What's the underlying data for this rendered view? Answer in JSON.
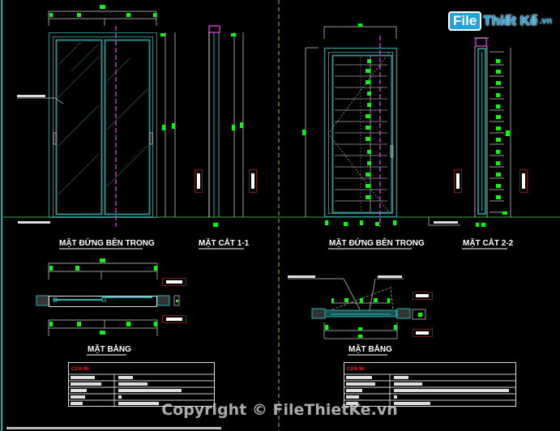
{
  "drawing": {
    "titles": {
      "elevation_left": "MẶT ĐỨNG BÊN TRONG",
      "section_1": "MẶT CẮT 1-1",
      "elevation_right": "MẶT ĐỨNG BÊN TRONG",
      "section_2": "MẶT CẮT 2-2",
      "plan_left": "MẶT BẰNG",
      "plan_right": "MẶT BẰNG"
    },
    "tables": [
      {
        "header": "CỬA ĐI"
      },
      {
        "header": "CỬA ĐI"
      }
    ],
    "colors": {
      "background": "#000000",
      "frame": "#2f8a8a",
      "dimension": "#9a9a9a",
      "dim_text": "#00ff00",
      "centerline": "#cc33cc",
      "ground": "#3fa83f",
      "label_box": "#7a1a10",
      "table_header": "#ff2020"
    }
  },
  "watermark": "Copyright © FileThietKe.vn",
  "logo": {
    "file": "File",
    "name": "Thiết Kế",
    "suffix": ".vn"
  }
}
